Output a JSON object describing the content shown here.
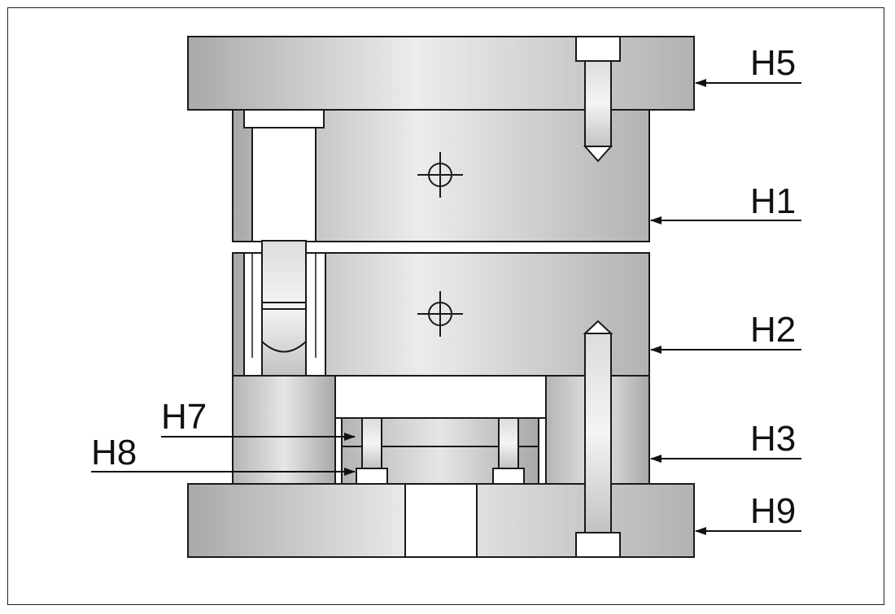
{
  "labels": {
    "H5": "H5",
    "H1": "H1",
    "H2": "H2",
    "H3": "H3",
    "H9": "H9",
    "H7": "H7",
    "H8": "H8"
  },
  "colors": {
    "outline": "#1a1a1a",
    "metal_light": "#e8e8e8",
    "metal_mid": "#c4c4c4",
    "metal_dark": "#a4a4a4",
    "background": "#ffffff"
  }
}
